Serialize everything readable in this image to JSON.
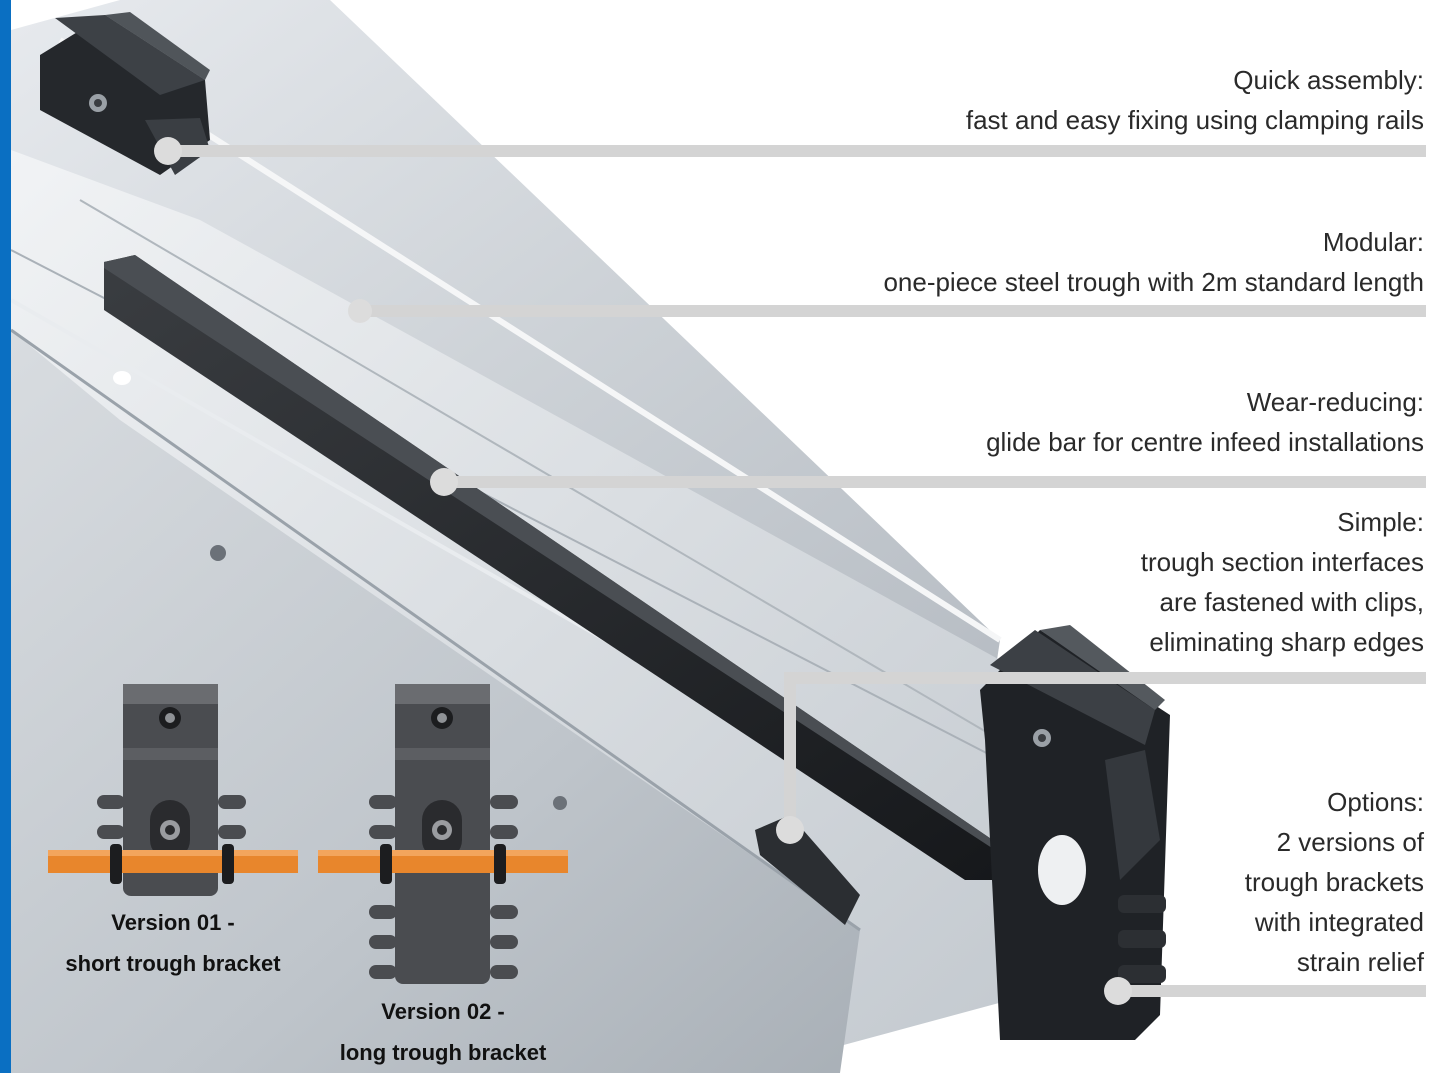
{
  "colors": {
    "accent_bar": "#0a6fc2",
    "leader_line": "#d4d4d4",
    "leader_dot": "#dcdcdc",
    "cable": "#e8862c",
    "bracket": "#4a4c50",
    "steel": "#c9ced3"
  },
  "callouts": [
    {
      "heading": "Quick assembly:",
      "lines": [
        "fast and easy fixing using clamping rails"
      ]
    },
    {
      "heading": "Modular:",
      "lines": [
        "one-piece steel trough with 2m standard length"
      ]
    },
    {
      "heading": "Wear-reducing:",
      "lines": [
        "glide bar for centre infeed installations"
      ]
    },
    {
      "heading": "Simple:",
      "lines": [
        "trough section interfaces",
        "are fastened with clips,",
        "eliminating sharp edges"
      ]
    },
    {
      "heading": "Options:",
      "lines": [
        "2 versions of",
        "trough brackets",
        "with integrated",
        "strain relief"
      ]
    }
  ],
  "versions": [
    {
      "line1": "Version 01 -",
      "line2": "short trough bracket"
    },
    {
      "line1": "Version 02 -",
      "line2": "long trough bracket"
    }
  ]
}
